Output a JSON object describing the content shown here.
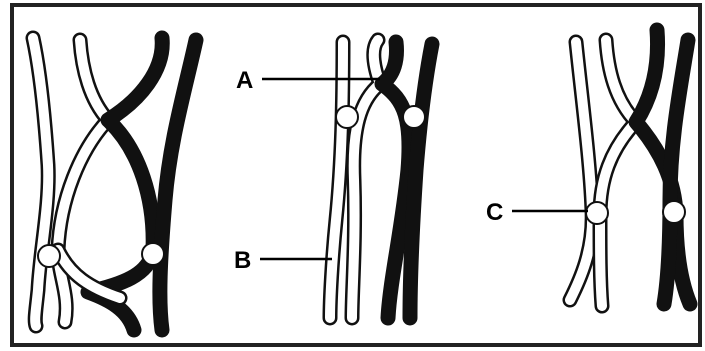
{
  "diagram": {
    "labels": {
      "a": "A",
      "b": "B",
      "c": "C"
    },
    "colors": {
      "light_chromatid": "#ffffff",
      "dark_chromatid": "#111111",
      "outline": "#111111",
      "frame": "#222222"
    },
    "panels": [
      {
        "id": "left",
        "description_hidden": true
      },
      {
        "id": "middle",
        "description_hidden": true
      },
      {
        "id": "right",
        "description_hidden": true
      }
    ]
  }
}
